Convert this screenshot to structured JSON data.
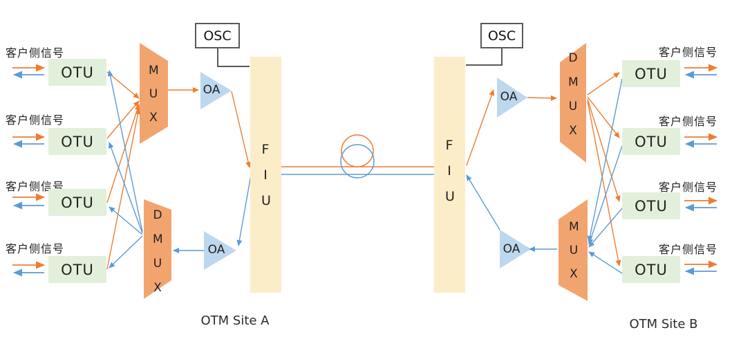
{
  "colors": {
    "orange_line": "#ED7D31",
    "blue_line": "#5B9BD5",
    "otu_fill": "#E2EFDA",
    "mux_fill": "#F2A46F",
    "oa_fill": "#BDD7EE",
    "fiu_fill": "#FCEDC9",
    "osc_border": "#595959"
  },
  "site_a": {
    "name": "OTM Site A",
    "osc_label": "OSC",
    "fiu_label": "FIU",
    "mux_label": "MUX",
    "dmux_label": "DMUX",
    "oa_tx_label": "OA",
    "oa_rx_label": "OA",
    "otus": [
      {
        "label": "OTU",
        "client_label": "客户侧信号"
      },
      {
        "label": "OTU",
        "client_label": "客户侧信号"
      },
      {
        "label": "OTU",
        "client_label": "客户侧信号"
      },
      {
        "label": "OTU",
        "client_label": "客户侧信号"
      }
    ]
  },
  "site_b": {
    "name": "OTM Site B",
    "osc_label": "OSC",
    "fiu_label": "FIU",
    "mux_label": "MUX",
    "dmux_label": "DMUX",
    "oa_tx_label": "OA",
    "oa_rx_label": "OA",
    "otus": [
      {
        "label": "OTU",
        "client_label": "客户侧信号"
      },
      {
        "label": "OTU",
        "client_label": "客户侧信号"
      },
      {
        "label": "OTU",
        "client_label": "客户侧信号"
      },
      {
        "label": "OTU",
        "client_label": "客户侧信号"
      }
    ]
  }
}
